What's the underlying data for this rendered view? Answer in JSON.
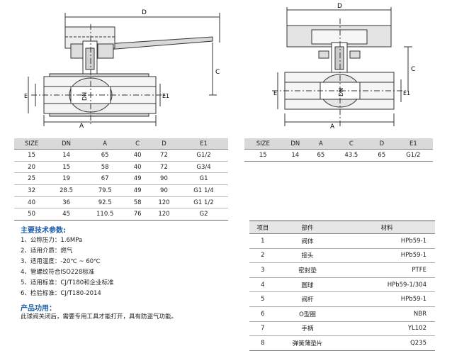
{
  "drawing_left": {
    "dims": {
      "D": "D",
      "C": "C",
      "E": "E",
      "E1": "E1",
      "A": "A",
      "DN": "DN"
    }
  },
  "drawing_right": {
    "dims": {
      "D": "D",
      "C": "C",
      "E": "E",
      "E1": "E1",
      "A": "A",
      "DN": "DN"
    }
  },
  "spec_left": {
    "headers": [
      "SIZE",
      "DN",
      "A",
      "C",
      "D",
      "E1"
    ],
    "rows": [
      [
        "15",
        "14",
        "65",
        "40",
        "72",
        "G1/2"
      ],
      [
        "20",
        "15",
        "58",
        "40",
        "72",
        "G3/4"
      ],
      [
        "25",
        "19",
        "67",
        "49",
        "90",
        "G1"
      ],
      [
        "32",
        "28.5",
        "79.5",
        "49",
        "90",
        "G1 1/4"
      ],
      [
        "40",
        "36",
        "92.5",
        "58",
        "120",
        "G1 1/2"
      ],
      [
        "50",
        "45",
        "110.5",
        "76",
        "120",
        "G2"
      ]
    ]
  },
  "spec_right": {
    "headers": [
      "SIZE",
      "DN",
      "A",
      "C",
      "D",
      "E1"
    ],
    "rows": [
      [
        "15",
        "14",
        "65",
        "43.5",
        "65",
        "G1/2"
      ]
    ]
  },
  "tech": {
    "title": "主要技术参数:",
    "items": [
      "1、公称压力：1.6MPa",
      "2、适用介质：燃气",
      "3、适用温度：-20℃ ~ 60℃",
      "4、管螺纹符合ISO228标准",
      "5、适用标准：CJ/T180和企业标准",
      "6、检验标准：CJ/T180-2014"
    ]
  },
  "usage": {
    "title": "产品功用：",
    "text": "此球阀关闭后，需要专用工具才能打开，具有防盗气功能。"
  },
  "parts": {
    "headers": [
      "项目",
      "部件",
      "材料"
    ],
    "rows": [
      [
        "1",
        "阀体",
        "HPb59-1"
      ],
      [
        "2",
        "接头",
        "HPb59-1"
      ],
      [
        "3",
        "密封垫",
        "PTFE"
      ],
      [
        "4",
        "圆球",
        "HPb59-1/304"
      ],
      [
        "5",
        "阀杆",
        "HPb59-1"
      ],
      [
        "6",
        "O型圈",
        "NBR"
      ],
      [
        "7",
        "手柄",
        "YL102"
      ],
      [
        "8",
        "弹簧薄垫片",
        "Q235"
      ]
    ]
  }
}
